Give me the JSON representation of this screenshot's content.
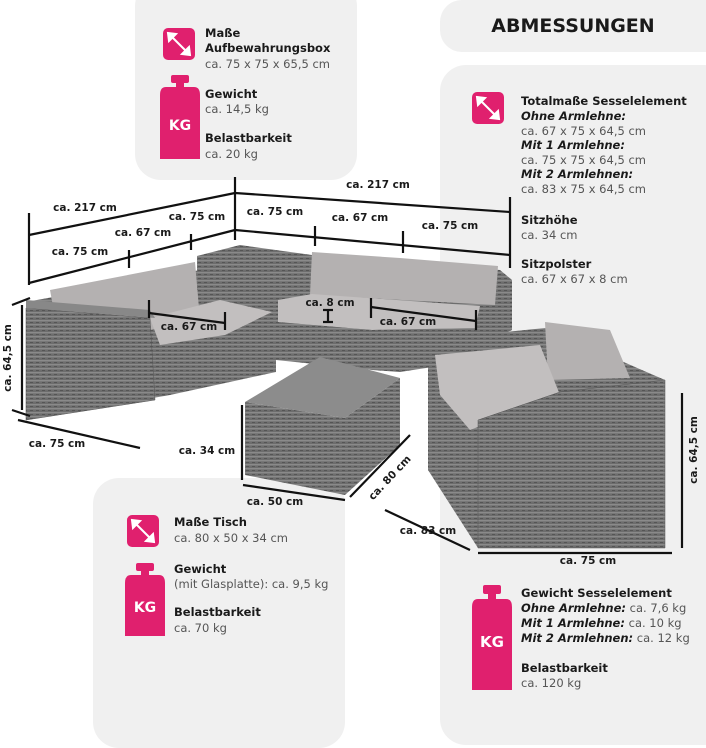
{
  "title": "ABMESSUNGEN",
  "accent_color": "#e0206e",
  "storage_box": {
    "heading1": "Maße",
    "heading2": "Aufbewahrungsbox",
    "dims": "ca. 75 x 75 x 65,5 cm",
    "weight_label": "Gewicht",
    "weight_value": "ca. 14,5 kg",
    "load_label": "Belastbarkeit",
    "load_value": "ca. 20 kg",
    "kg_icon_text": "KG"
  },
  "seat_element": {
    "heading": "Totalmaße Sesselelement",
    "variants": [
      {
        "label": "Ohne Armlehne:",
        "value": "ca. 67 x 75 x 64,5 cm"
      },
      {
        "label": "Mit 1 Armlehne:",
        "value": "ca. 75 x 75 x 64,5 cm"
      },
      {
        "label": "Mit 2 Armlehnen:",
        "value": "ca. 83 x 75 x 64,5 cm"
      }
    ],
    "seat_height_label": "Sitzhöhe",
    "seat_height_value": "ca. 34 cm",
    "cushion_label": "Sitzpolster",
    "cushion_value": "ca. 67 x 67 x 8 cm"
  },
  "seat_weight": {
    "heading": "Gewicht Sesselelement",
    "rows": [
      {
        "label": "Ohne Armlehne:",
        "value": " ca. 7,6 kg"
      },
      {
        "label": "Mit 1 Armlehne:",
        "value": " ca. 10 kg"
      },
      {
        "label": "Mit 2 Armlehnen:",
        "value": " ca. 12 kg"
      }
    ],
    "load_label": "Belastbarkeit",
    "load_value": "ca. 120 kg",
    "kg_icon_text": "KG"
  },
  "table": {
    "heading": "Maße Tisch",
    "dims": "ca. 80 x 50 x 34 cm",
    "weight_label": "Gewicht",
    "weight_value": "(mit Glasplatte): ca. 9,5 kg",
    "load_label": "Belastbarkeit",
    "load_value": "ca. 70 kg",
    "kg_icon_text": "KG"
  },
  "dimensions": {
    "left_total": "ca. 217 cm",
    "left_corner": "ca. 75 cm",
    "left_middle": "ca. 67 cm",
    "left_end": "ca. 75 cm",
    "right_total": "ca. 217 cm",
    "right_corner": "ca. 75 cm",
    "right_middle": "ca. 67 cm",
    "right_end": "ca. 75 cm",
    "cushion_thickness": "ca. 8 cm",
    "cushion_left": "ca. 67 cm",
    "cushion_right": "ca. 67 cm",
    "height_left": "ca. 64,5 cm",
    "depth_left": "ca. 75 cm",
    "table_height": "ca. 34 cm",
    "table_width": "ca. 50 cm",
    "table_length": "ca. 80 cm",
    "chair_width": "ca. 83 cm",
    "chair_depth": "ca. 75 cm",
    "height_right": "ca. 64,5 cm"
  }
}
